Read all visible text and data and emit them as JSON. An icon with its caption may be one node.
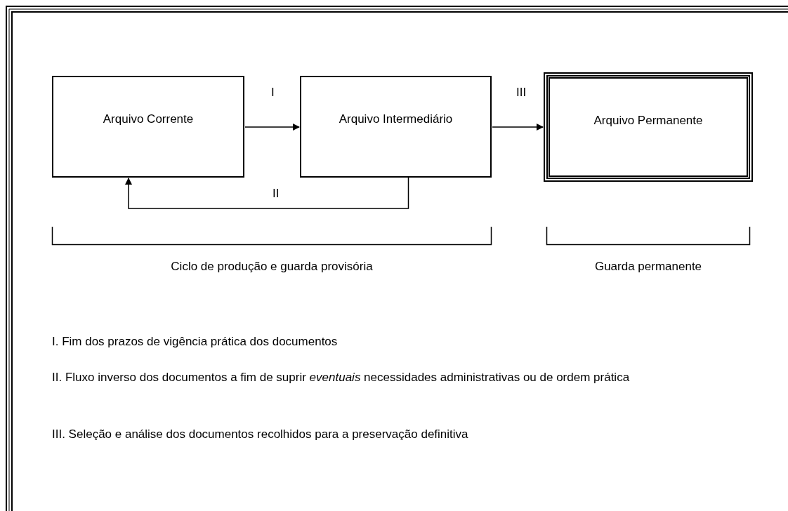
{
  "diagram": {
    "nodes": [
      {
        "text": [
          "Arquivo Corrente"
        ]
      },
      {
        "text": [
          "Arquivo Intermediário"
        ]
      },
      {
        "text": [
          "Arquivo Permanente"
        ]
      }
    ],
    "edges": [
      {
        "from": 0,
        "to": 1,
        "arrow": "to",
        "label": "I"
      },
      {
        "from": 1,
        "to": 0,
        "arrow": "to",
        "label": "II"
      },
      {
        "from": 1,
        "to": 2,
        "arrow": "to",
        "label": "III"
      }
    ],
    "labels": [
      "Ciclo de produção e guarda provisória",
      "Guarda permanente",
      "I. Fim dos prazos de vigência prática dos documentos",
      "II. Fluxo inverso dos documentos a fim de suprir *eventuais* necessidades administrativas ou de ordem prática",
      "III. Seleção e análise dos documentos recolhidos para a preservação definitiva"
    ]
  }
}
